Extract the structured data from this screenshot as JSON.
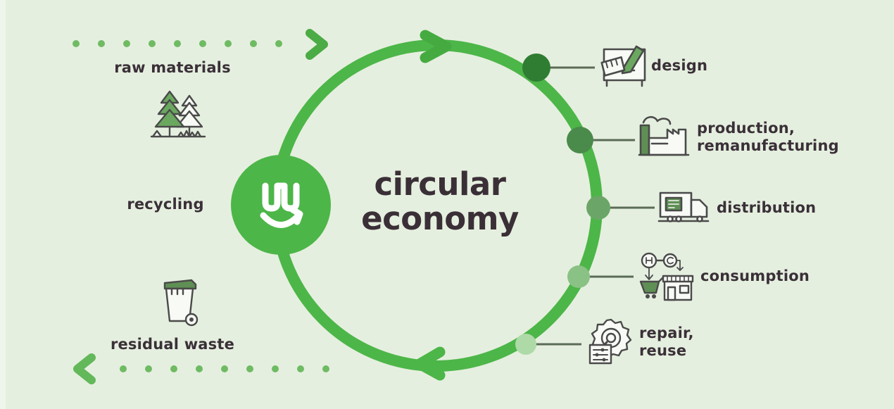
{
  "diagram": {
    "title": "circular economy",
    "title_lines": "circular\neconomy",
    "background_color": "#e5efdf",
    "ring_color": "#4cb648",
    "text_color": "#3a3038",
    "logo": {
      "name": "circular-economy-logo",
      "circle_color": "#4cb648",
      "mark_color": "#ffffff"
    },
    "flow_direction": "clockwise"
  },
  "stages": [
    {
      "id": "design",
      "label": "design",
      "icon": "design-board-pencil-icon",
      "node_color": "#2f7d32",
      "angle_deg": -60
    },
    {
      "id": "production",
      "label": "production,\nremanufacturing",
      "icon": "factory-icon",
      "node_color": "#4a8a4a",
      "angle_deg": -27
    },
    {
      "id": "distribution",
      "label": "distribution",
      "icon": "delivery-truck-icon",
      "node_color": "#69a567",
      "angle_deg": 2
    },
    {
      "id": "consumption",
      "label": "consumption",
      "icon": "shop-cart-icon",
      "node_color": "#86bd82",
      "angle_deg": 31
    },
    {
      "id": "repair",
      "label": "repair,\nreuse",
      "icon": "gear-repair-icon",
      "node_color": "#a9d4a3",
      "angle_deg": 60
    }
  ],
  "inputs_outputs": [
    {
      "id": "raw-materials",
      "label": "raw materials",
      "icon": "trees-forest-icon",
      "arrow": "dotted-arrow-right"
    },
    {
      "id": "recycling",
      "label": "recycling",
      "icon": null,
      "arrow": null
    },
    {
      "id": "residual-waste",
      "label": "residual waste",
      "icon": "waste-bin-icon",
      "arrow": "dotted-arrow-left"
    }
  ],
  "chart_data": {
    "type": "diagram",
    "title": "circular economy",
    "cycle_stages": [
      "design",
      "production, remanufacturing",
      "distribution",
      "consumption",
      "repair, reuse"
    ],
    "external_flows": [
      "raw materials",
      "recycling",
      "residual waste"
    ],
    "legend": []
  }
}
